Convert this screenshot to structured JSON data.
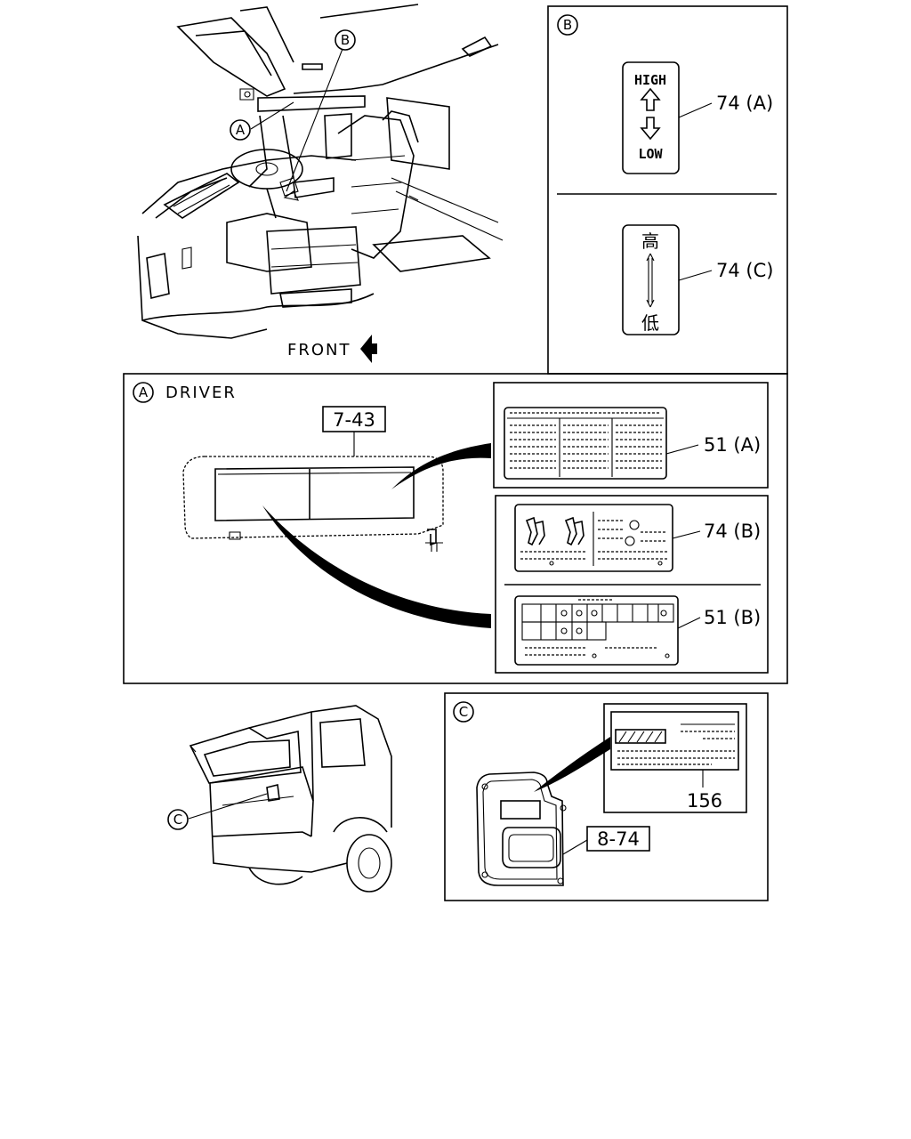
{
  "callouts": {
    "A": "A",
    "B": "B",
    "C": "C"
  },
  "cab": {
    "front_label": "FRONT"
  },
  "panel_b": {
    "sticker_high": "HIGH",
    "sticker_low": "LOW",
    "sticker_high_jp": "高",
    "sticker_low_jp": "低",
    "ref_74a": "74 (A)",
    "ref_74c": "74 (C)"
  },
  "panel_a": {
    "title": "DRIVER",
    "ref_743": "7-43",
    "ref_51a": "51 (A)",
    "ref_74b": "74 (B)",
    "ref_51b": "51 (B)"
  },
  "panel_c": {
    "ref_156": "156",
    "ref_874": "8-74"
  }
}
